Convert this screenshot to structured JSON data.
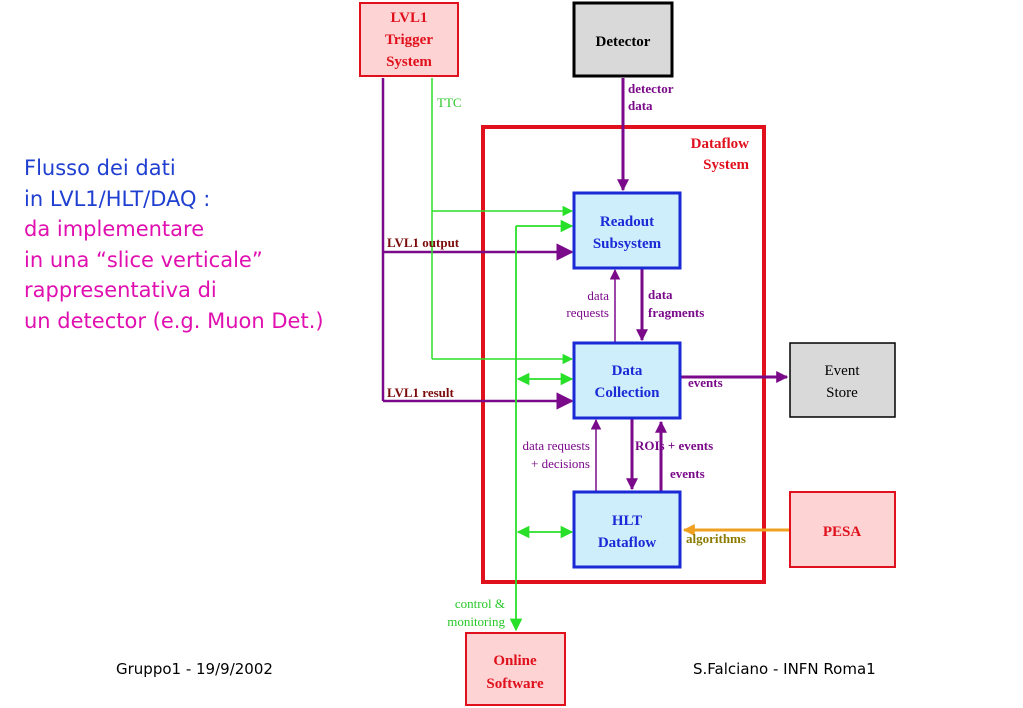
{
  "intro": {
    "line1": "Flusso dei dati",
    "line2": "in LVL1/HLT/DAQ :",
    "line3": "da implementare",
    "line4": "in una “slice verticale”",
    "line5": "rappresentativa di",
    "line6": "un detector (e.g. Muon Det.)"
  },
  "boxes": {
    "lvl1": [
      "LVL1",
      "Trigger",
      "System"
    ],
    "detector": "Detector",
    "dataflow": [
      "Dataflow",
      "System"
    ],
    "readout": [
      "Readout",
      "Subsystem"
    ],
    "datacollection": [
      "Data",
      "Collection"
    ],
    "hlt": [
      "HLT",
      "Dataflow"
    ],
    "eventstore": [
      "Event",
      "Store"
    ],
    "pesa": "PESA",
    "online": [
      "Online",
      "Software"
    ]
  },
  "labels": {
    "ttc": "TTC",
    "detector_data": [
      "detector",
      "data"
    ],
    "lvl1_output": "LVL1 output",
    "lvl1_result": "LVL1 result",
    "data_requests": [
      "data",
      "requests"
    ],
    "data_fragments": [
      "data",
      "fragments"
    ],
    "events_out": "events",
    "data_requests_decisions": [
      "data requests",
      "+ decisions"
    ],
    "rois_events": "ROIs + events",
    "events_up": "events",
    "algorithms": "algorithms",
    "control_monitoring": [
      "control &",
      "monitoring"
    ]
  },
  "footer": {
    "left": "Gruppo1 - 19/9/2002",
    "right": "S.Falciano - INFN Roma1"
  },
  "colors": {
    "red": "#e0101c",
    "purple": "#7b0a8a",
    "green": "#28e028",
    "orange": "#f0a020",
    "blue_box_fill": "#cfeefb",
    "blue_box_border": "#1a2ad6",
    "pink_fill": "#fdd3d3",
    "grey_fill": "#d9d9d9"
  }
}
